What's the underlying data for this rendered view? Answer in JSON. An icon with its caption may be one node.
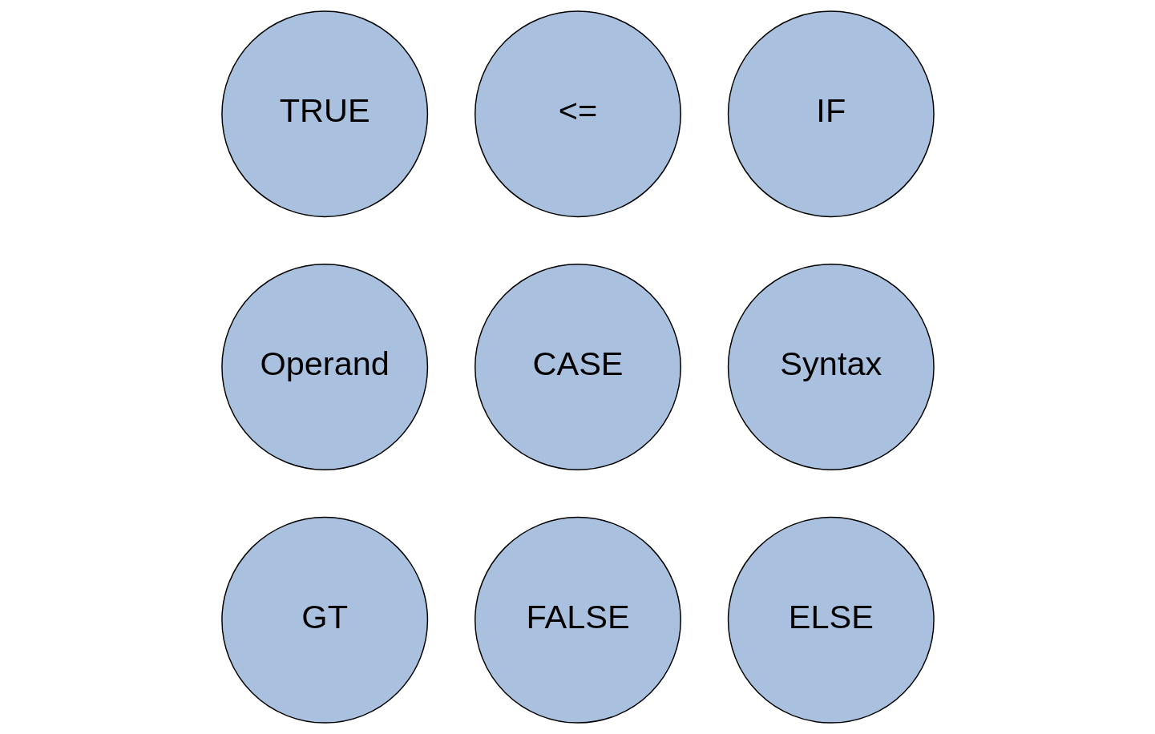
{
  "diagram": {
    "nodes": [
      {
        "text": [
          "TRUE"
        ]
      },
      {
        "text": [
          "Operand"
        ]
      },
      {
        "text": [
          "GT"
        ]
      },
      {
        "text": [
          "<="
        ]
      },
      {
        "text": [
          "CASE"
        ]
      },
      {
        "text": [
          "FALSE"
        ]
      },
      {
        "text": [
          "IF"
        ]
      },
      {
        "text": [
          "Syntax"
        ]
      },
      {
        "text": [
          "ELSE"
        ]
      }
    ],
    "edges": []
  }
}
